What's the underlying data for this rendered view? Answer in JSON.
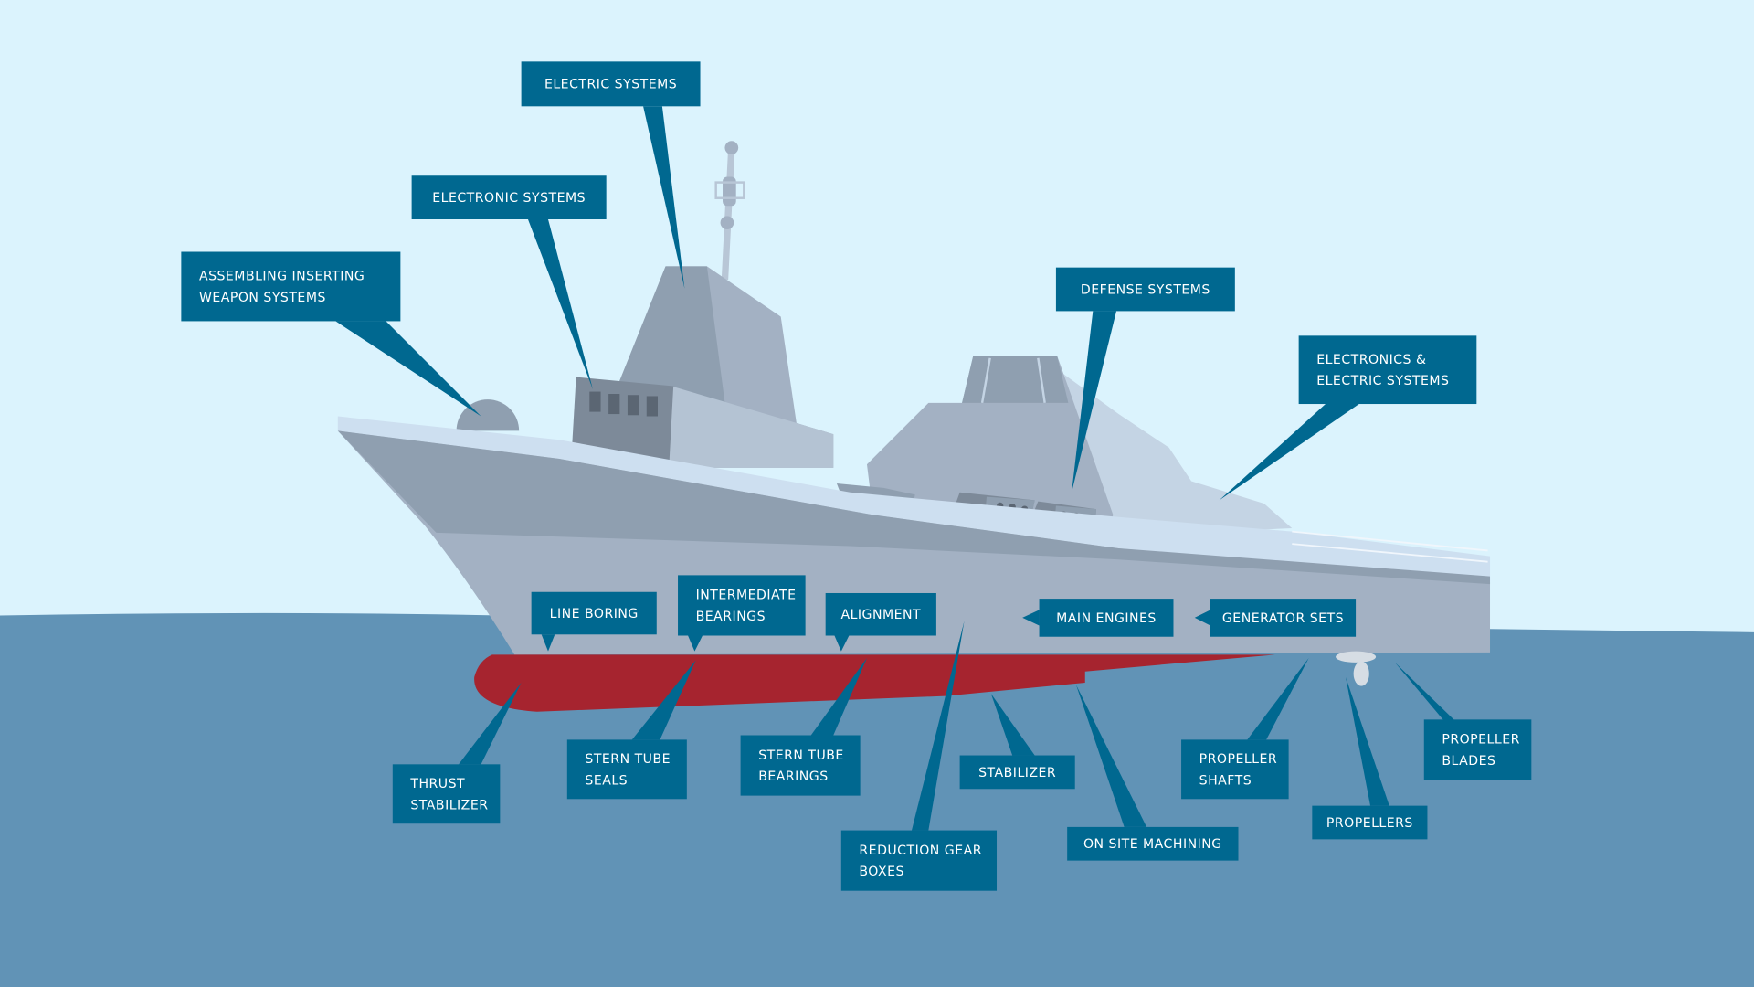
{
  "colors": {
    "sky": "#dbf3fd",
    "sea": "#6193b6",
    "label": "#006890",
    "hull_red": "#a6242f",
    "hull_grey": "#a3b1c3"
  },
  "labels": {
    "electric_systems": [
      "ELECTRIC SYSTEMS"
    ],
    "electronic_systems": [
      "ELECTRONIC SYSTEMS"
    ],
    "assembling_weapon": [
      "ASSEMBLING INSERTING",
      "WEAPON SYSTEMS"
    ],
    "defense_systems": [
      "DEFENSE SYSTEMS"
    ],
    "electronics_electric": [
      "ELECTRONICS &",
      "ELECTRIC SYSTEMS"
    ],
    "line_boring": [
      "LINE BORING"
    ],
    "intermediate_bearings": [
      "INTERMEDIATE",
      "BEARINGS"
    ],
    "alignment": [
      "ALIGNMENT"
    ],
    "main_engines": [
      "MAIN ENGINES"
    ],
    "generator_sets": [
      "GENERATOR SETS"
    ],
    "thrust_stabilizer": [
      "THRUST",
      "STABILIZER"
    ],
    "stern_tube_seals": [
      "STERN TUBE",
      "SEALS"
    ],
    "stern_tube_bearings": [
      "STERN TUBE",
      "BEARINGS"
    ],
    "reduction_gear_boxes": [
      "REDUCTION GEAR",
      "BOXES"
    ],
    "stabilizer": [
      "STABILIZER"
    ],
    "on_site_machining": [
      "ON SITE MACHINING"
    ],
    "propeller_shafts": [
      "PROPELLER",
      "SHAFTS"
    ],
    "propellers": [
      "PROPELLERS"
    ],
    "propeller_blades": [
      "PROPELLER",
      "BLADES"
    ]
  }
}
